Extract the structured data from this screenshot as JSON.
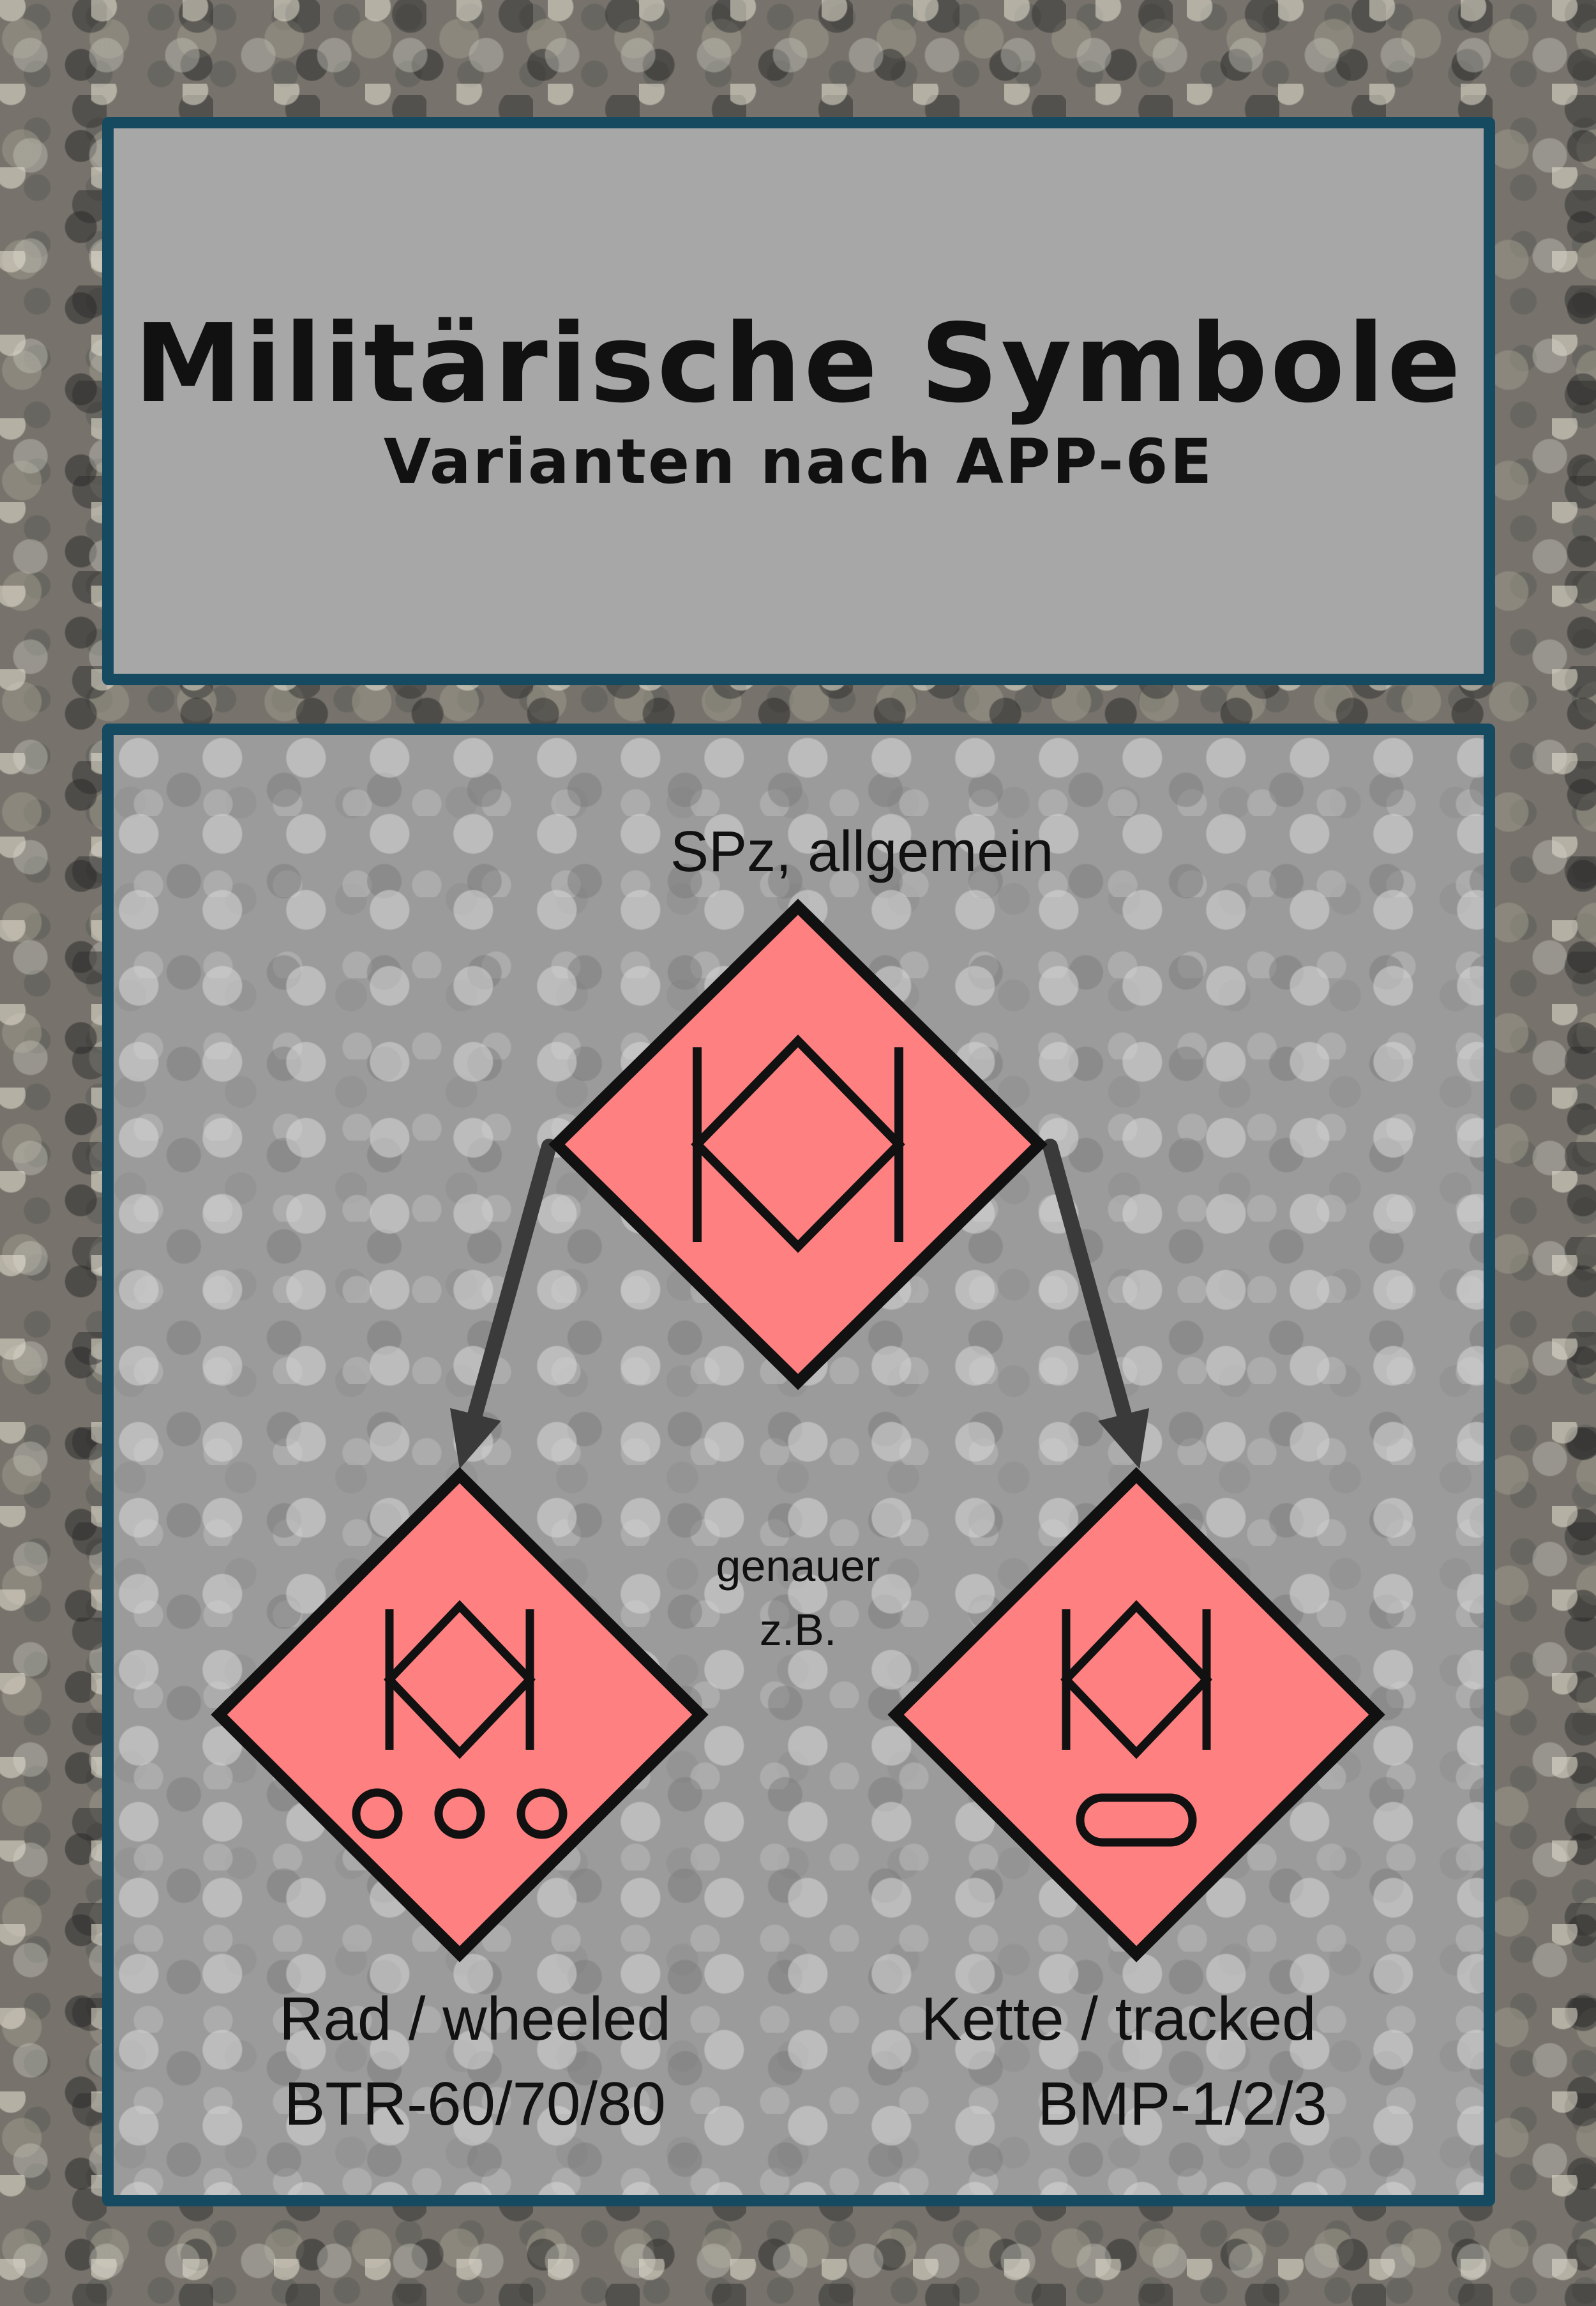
{
  "title": "Militärische Symbole",
  "subtitle": "Varianten nach APP-6E",
  "general": {
    "label": "SPz, allgemein",
    "icon": "infantry-fighting-vehicle-icon"
  },
  "hint": {
    "line1": "genauer",
    "line2": "z.B."
  },
  "variants": [
    {
      "title": "Rad / wheeled",
      "examples": "BTR-60/70/80",
      "mobility_icon": "wheeled-mobility-icon"
    },
    {
      "title": "Kette / tracked",
      "examples": "BMP-1/2/3",
      "mobility_icon": "tracked-mobility-icon"
    }
  ],
  "colors": {
    "hostile_fill": "#ff8080",
    "frame_border": "#164a60",
    "arrow": "#3a3a3a"
  }
}
